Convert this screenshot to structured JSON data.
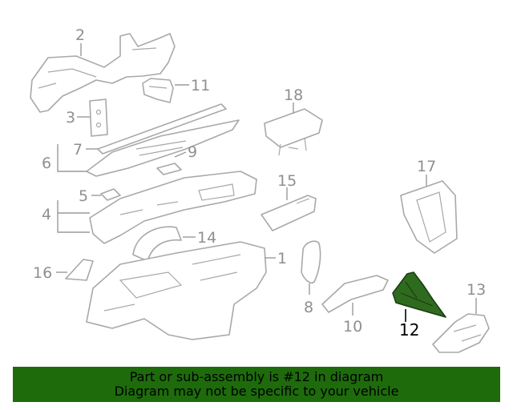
{
  "diagram": {
    "callouts": {
      "c1": "1",
      "c2": "2",
      "c3": "3",
      "c4": "4",
      "c5": "5",
      "c6": "6",
      "c7": "7",
      "c8": "8",
      "c9": "9",
      "c10": "10",
      "c11": "11",
      "c12": "12",
      "c13": "13",
      "c14": "14",
      "c15": "15",
      "c16": "16",
      "c17": "17",
      "c18": "18"
    },
    "highlighted_part": "12",
    "colors": {
      "highlight": "#2e6b1f",
      "banner": "#1e6b0c",
      "outline": "#a8a8a8"
    }
  },
  "banner": {
    "line1": "Part or sub-assembly is #12 in diagram",
    "line2": "Diagram may not be specific to your vehicle"
  }
}
